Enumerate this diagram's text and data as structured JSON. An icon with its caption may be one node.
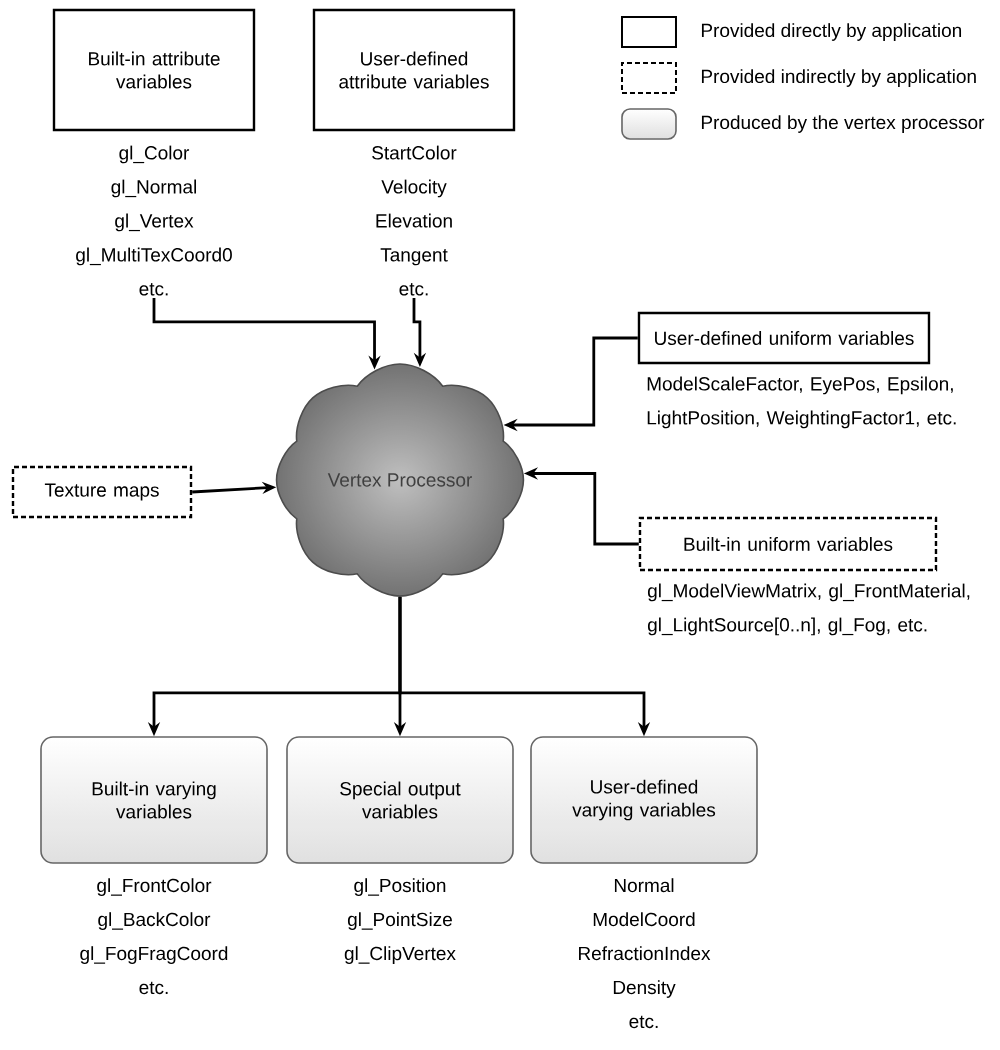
{
  "diagram": {
    "nodes": [
      {
        "text": [
          "Built-in attribute variables"
        ],
        "beside": [
          "gl_Color",
          "gl_Normal",
          "gl_Vertex",
          "gl_MultiTexCoord0",
          "etc."
        ]
      },
      {
        "text": [
          "User-defined attribute variables"
        ],
        "beside": [
          "StartColor",
          "Velocity",
          "Elevation",
          "Tangent",
          "etc."
        ]
      },
      {
        "text": [
          "User-defined uniform variables"
        ],
        "beside": [
          "ModelScaleFactor, EyePos, Epsilon, LightPosition, WeightingFactor1, etc."
        ]
      },
      {
        "text": [
          "Texture maps"
        ]
      },
      {
        "text": [
          "Vertex Processor"
        ]
      },
      {
        "text": [
          "Built-in uniform variables"
        ],
        "beside": [
          "gl_ModelViewMatrix, gl_FrontMaterial, gl_LightSource[0..n],  gl_Fog, etc."
        ]
      },
      {
        "text": [
          "Built-in varying variables"
        ],
        "beside": [
          "gl_FrontColor",
          "gl_BackColor",
          "gl_FogFragCoord",
          "etc."
        ]
      },
      {
        "text": [
          "Special output variables"
        ],
        "beside": [
          "gl_Position",
          "gl_PointSize",
          "gl_ClipVertex"
        ]
      },
      {
        "text": [
          "User-defined varying variables"
        ],
        "beside": [
          "Normal",
          "ModelCoord",
          "RefractionIndex",
          "Density",
          "etc."
        ]
      }
    ],
    "edges": [
      {
        "from": 0,
        "to": 4,
        "arrow": "to"
      },
      {
        "from": 1,
        "to": 4,
        "arrow": "to"
      },
      {
        "from": 2,
        "to": 4,
        "arrow": "to"
      },
      {
        "from": 3,
        "to": 4,
        "arrow": "to"
      },
      {
        "from": 5,
        "to": 4,
        "arrow": "to"
      },
      {
        "from": 4,
        "to": 6,
        "arrow": "to"
      },
      {
        "from": 4,
        "to": 7,
        "arrow": "to"
      },
      {
        "from": 4,
        "to": 8,
        "arrow": "to"
      }
    ],
    "legend": [
      {
        "text": "Provided directly by application"
      },
      {
        "text": "Provided indirectly by application"
      },
      {
        "text": "Produced by the vertex processor"
      }
    ]
  }
}
